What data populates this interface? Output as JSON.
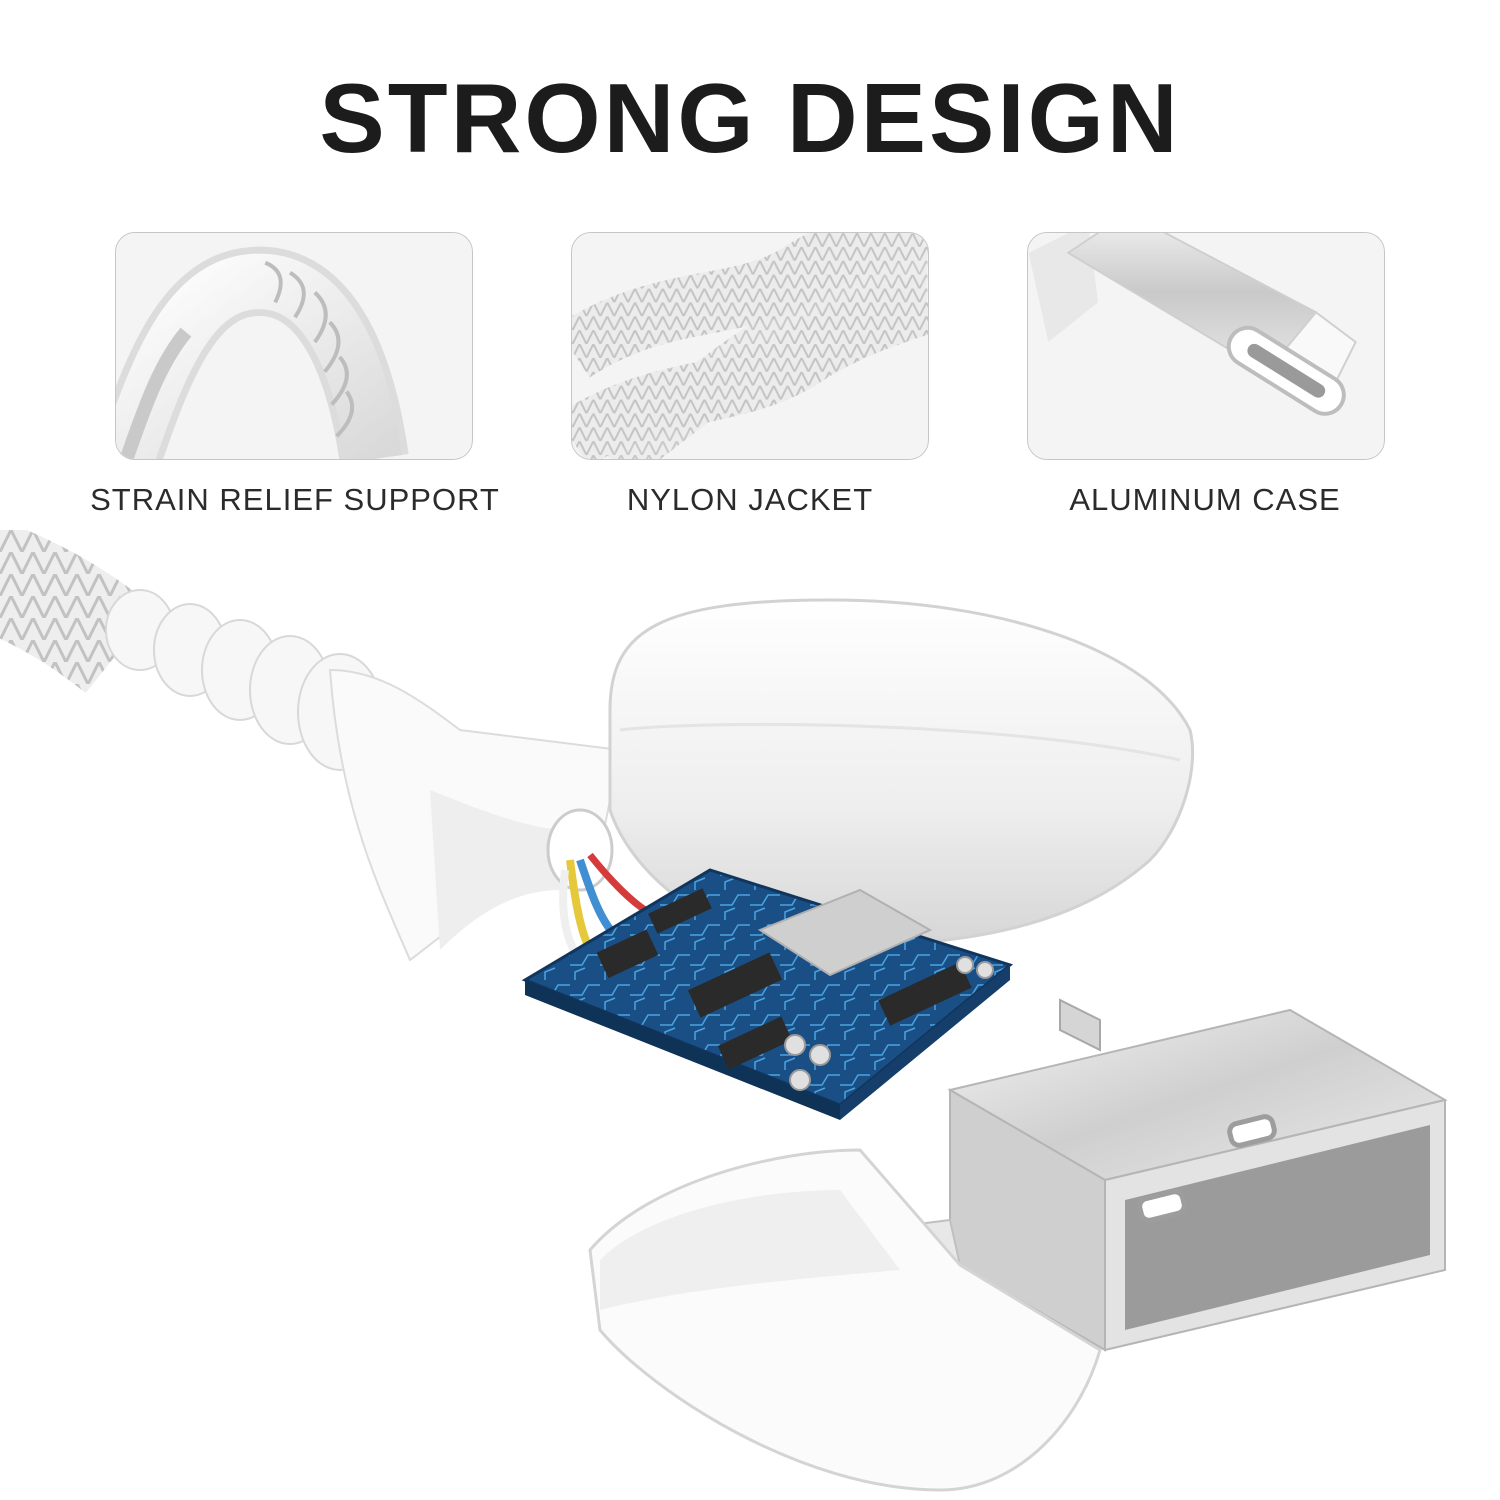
{
  "title": "STRONG DESIGN",
  "features": [
    {
      "label": "STRAIN RELIEF SUPPORT",
      "icon": "strain-relief-image"
    },
    {
      "label": "NYLON JACKET",
      "icon": "nylon-jacket-image"
    },
    {
      "label": "ALUMINUM CASE",
      "icon": "aluminum-case-image"
    }
  ],
  "hero": {
    "icon": "usb-connector-exploded-view-image"
  },
  "colors": {
    "title": "#1c1c1c",
    "pcb": "#1a4f86",
    "card_border": "#c6c6c6"
  }
}
